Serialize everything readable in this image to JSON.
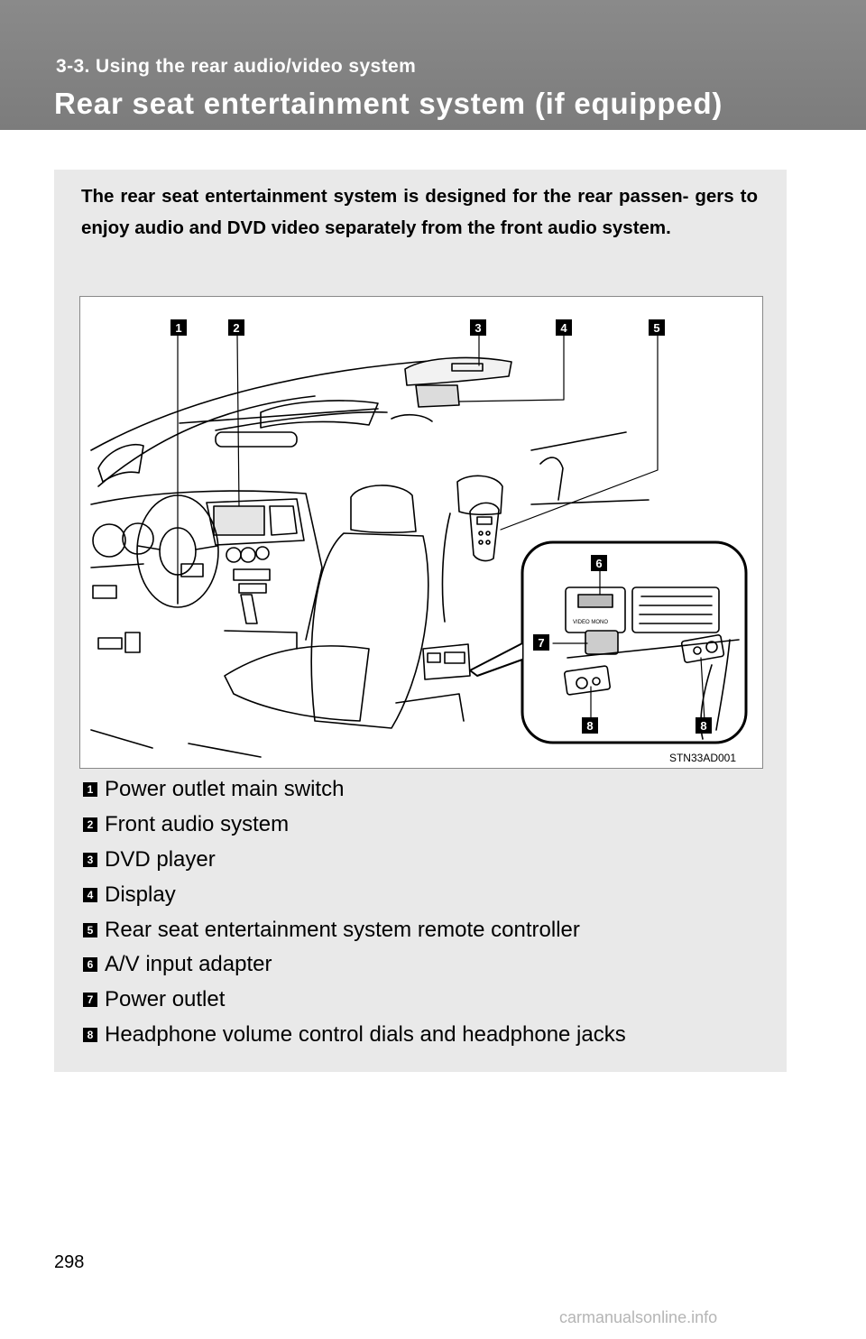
{
  "header": {
    "section": "3-3. Using the rear audio/video system",
    "title": "Rear seat entertainment system (if equipped)"
  },
  "intro": "The rear seat entertainment system is designed for the rear passen- gers to enjoy audio and DVD video separately from the front audio system.",
  "figure": {
    "code": "STN33AD001",
    "callouts": [
      "1",
      "2",
      "3",
      "4",
      "5",
      "6",
      "7",
      "8",
      "8"
    ],
    "jack_label": "VIDEO MONO"
  },
  "items": [
    {
      "num": "1",
      "text": "Power outlet main switch"
    },
    {
      "num": "2",
      "text": "Front audio system"
    },
    {
      "num": "3",
      "text": "DVD player"
    },
    {
      "num": "4",
      "text": "Display"
    },
    {
      "num": "5",
      "text": "Rear seat entertainment system remote controller"
    },
    {
      "num": "6",
      "text": "A/V input adapter"
    },
    {
      "num": "7",
      "text": "Power outlet"
    },
    {
      "num": "8",
      "text": "Headphone volume control dials and headphone jacks"
    }
  ],
  "page_number": "298",
  "watermark": "carmanualsonline.info"
}
